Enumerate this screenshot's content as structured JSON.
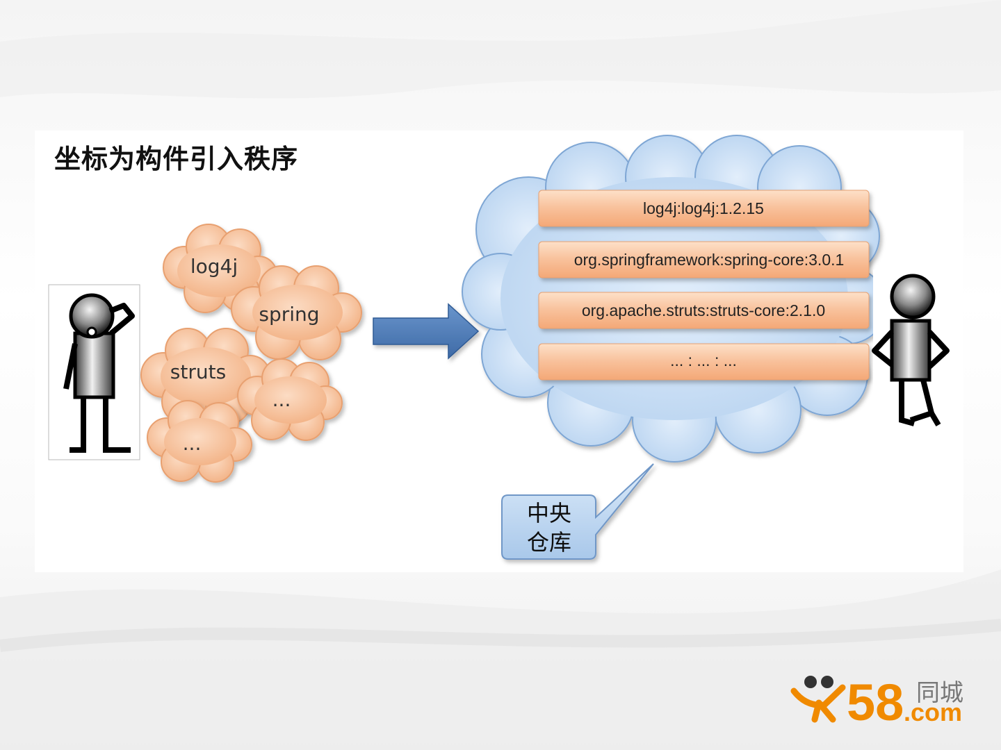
{
  "title": "坐标为构件引入秩序",
  "artifact_clouds": [
    {
      "label": "log4j"
    },
    {
      "label": "spring"
    },
    {
      "label": "struts"
    },
    {
      "label": "..."
    },
    {
      "label": "..."
    }
  ],
  "repository_entries": [
    {
      "text": "log4j:log4j:1.2.15"
    },
    {
      "text": "org.springframework:spring-core:3.0.1"
    },
    {
      "text": "org.apache.struts:struts-core:2.1.0"
    },
    {
      "text": "...  :  ...  :  ..."
    }
  ],
  "callout": {
    "line1": "中央",
    "line2": "仓库"
  },
  "logo": {
    "number": "58",
    "cn": "同城",
    "domain": ".com"
  },
  "colors": {
    "artifact_cloud": "#f8c6a0",
    "repository_cloud": "#c4dcf4",
    "bar": "#f8b98c",
    "arrow": "#4a79b5",
    "logo": "#f08a00"
  }
}
